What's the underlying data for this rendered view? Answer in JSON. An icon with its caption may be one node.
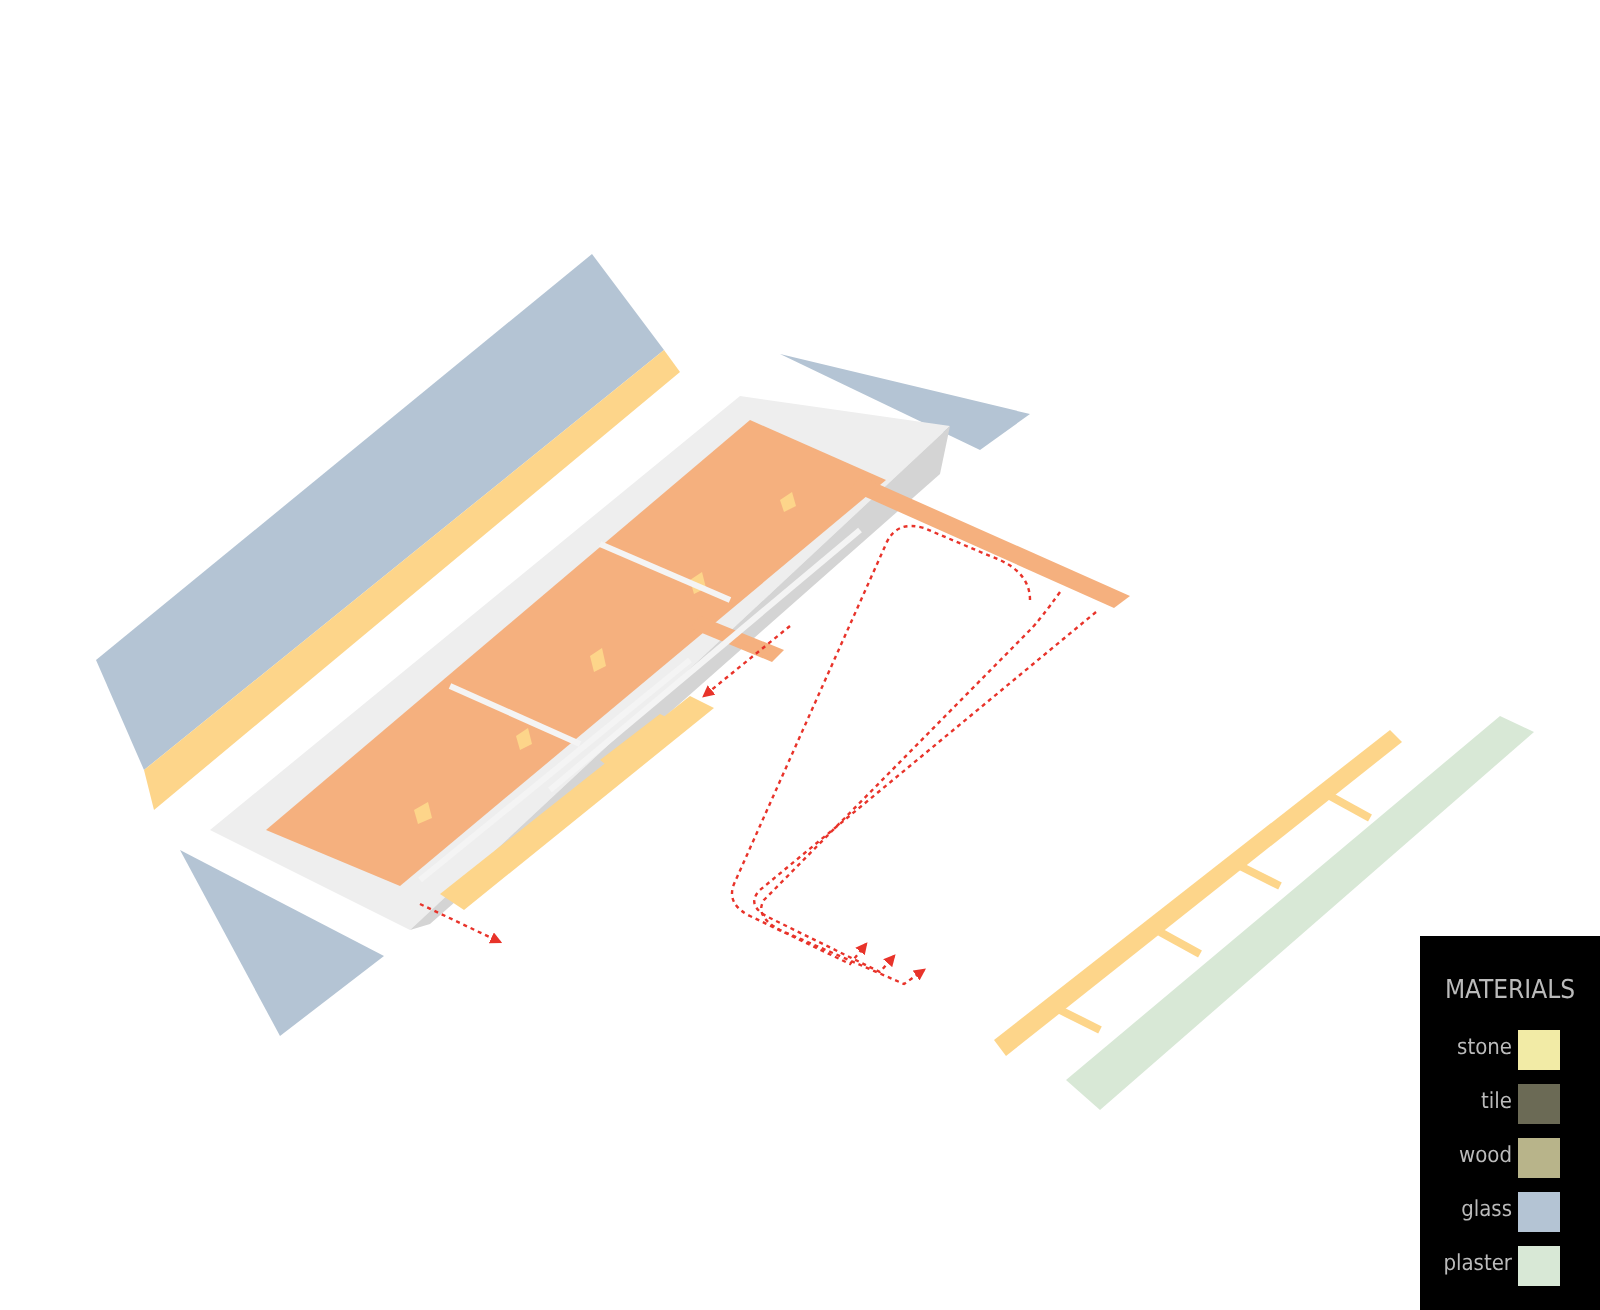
{
  "diagram": {
    "labels": [
      "MATERIALS"
    ],
    "legend": [
      {
        "text": "stone",
        "color": "#f2eba6"
      },
      {
        "text": "tile",
        "color": "#6b6a55"
      },
      {
        "text": "wood",
        "color": "#b8b48a"
      },
      {
        "text": "glass",
        "color": "#b4c4d4"
      },
      {
        "text": "plaster",
        "color": "#d8e8d6"
      }
    ]
  }
}
